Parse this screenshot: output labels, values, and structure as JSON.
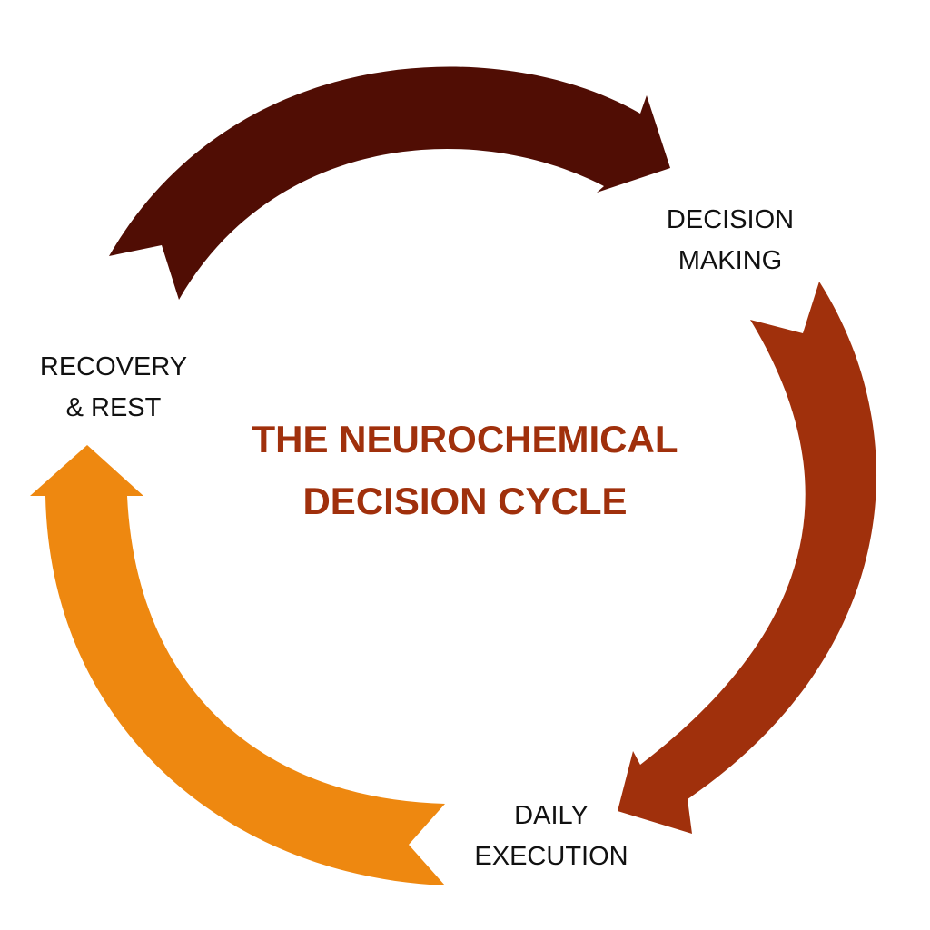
{
  "title": {
    "lines": [
      "THE NEUROCHEMICAL",
      "DECISION CYCLE"
    ],
    "color": "#A0300C"
  },
  "stages": [
    {
      "id": "decision-making",
      "lines": [
        "DECISION",
        "MAKING"
      ],
      "arrow_color": "#500D04",
      "arrow_icon": "curved-arrow-clockwise"
    },
    {
      "id": "daily-execution",
      "lines": [
        "DAILY",
        "EXECUTION"
      ],
      "arrow_color": "#A0300C",
      "arrow_icon": "curved-arrow-clockwise"
    },
    {
      "id": "recovery-rest",
      "lines": [
        "RECOVERY",
        "& REST"
      ],
      "arrow_color": "#EE8810",
      "arrow_icon": "curved-arrow-clockwise"
    }
  ]
}
